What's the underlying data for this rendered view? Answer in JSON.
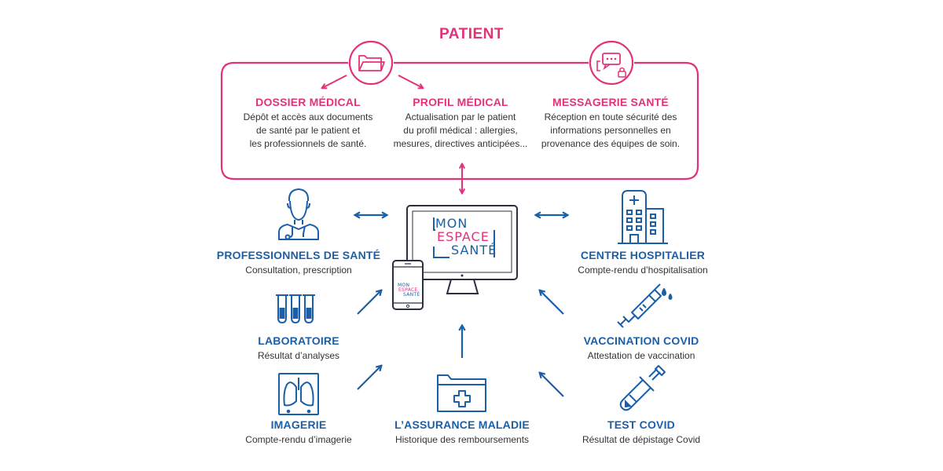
{
  "patient": {
    "title": "PATIENT",
    "sections": [
      {
        "title": "DOSSIER MÉDICAL",
        "lines": [
          "Dépôt et accès aux documents",
          "de santé par le patient et",
          "les professionnels de santé."
        ]
      },
      {
        "title": "PROFIL MÉDICAL",
        "lines": [
          "Actualisation par le patient",
          "du profil médical : allergies,",
          "mesures, directives anticipées..."
        ]
      },
      {
        "title": "MESSAGERIE SANTÉ",
        "lines": [
          "Réception en toute sécurité des",
          "informations personnelles en",
          "provenance des équipes de soin."
        ]
      }
    ]
  },
  "logo": {
    "line1": "MON",
    "line2": "ESPACE",
    "line3": "SANTÉ"
  },
  "sources": {
    "pro": {
      "title": "PROFESSIONNELS DE SANTÉ",
      "desc": "Consultation, prescription"
    },
    "labo": {
      "title": "LABORATOIRE",
      "desc": "Résultat d’analyses"
    },
    "imagerie": {
      "title": "IMAGERIE",
      "desc": "Compte-rendu d’imagerie"
    },
    "assurance": {
      "title": "L’ASSURANCE MALADIE",
      "desc": "Historique des remboursements"
    },
    "hopital": {
      "title": "CENTRE HOSPITALIER",
      "desc": "Compte-rendu d’hospitalisation"
    },
    "vaccination": {
      "title": "VACCINATION COVID",
      "desc": "Attestation de vaccination"
    },
    "test": {
      "title": "TEST COVID",
      "desc": "Résultat de dépistage Covid"
    }
  },
  "colors": {
    "pink": "#e2337a",
    "blue": "#1b5fa8"
  },
  "icons": [
    "folder-icon",
    "secure-chat-icon",
    "doctor-icon",
    "test-tubes-icon",
    "lungs-xray-icon",
    "medical-folder-icon",
    "hospital-icon",
    "syringe-icon",
    "covid-test-tube-icon",
    "monitor-icon",
    "phone-icon"
  ]
}
